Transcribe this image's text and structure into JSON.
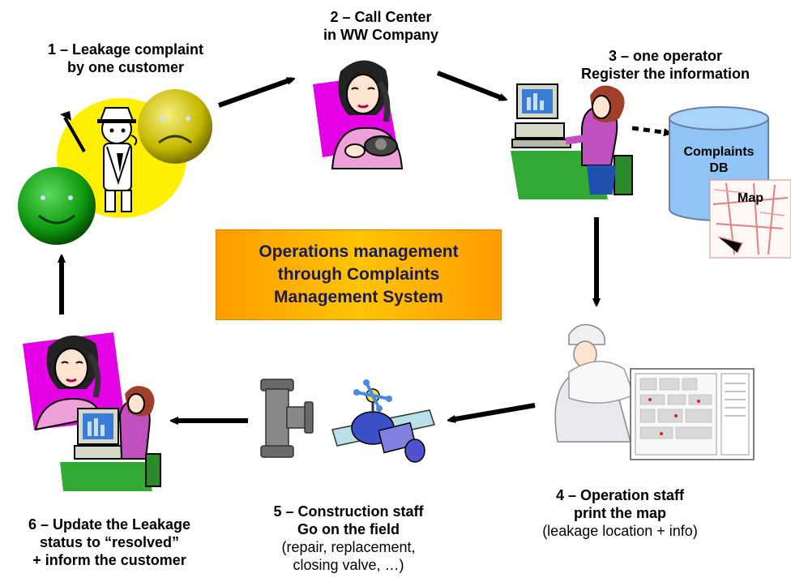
{
  "center_title": {
    "line1": "Operations management",
    "line2": "through Complaints",
    "line3": "Management System"
  },
  "steps": [
    {
      "id": 1,
      "line1": "1 – Leakage complaint",
      "line2": "by one customer"
    },
    {
      "id": 2,
      "line1": "2 – Call Center",
      "line2": "in WW Company"
    },
    {
      "id": 3,
      "line1": "3 – one operator",
      "line2": "Register the information"
    },
    {
      "id": 4,
      "line1": "4 – Operation staff",
      "line2": "print the map",
      "detail": "(leakage location + info)"
    },
    {
      "id": 5,
      "line1": "5 – Construction staff",
      "line2": "Go on the field",
      "detail1": "(repair, replacement,",
      "detail2": "closing valve, …)"
    },
    {
      "id": 6,
      "line1": "6 – Update the Leakage",
      "line2": "status to “resolved”",
      "line3": "+ inform the customer"
    }
  ],
  "database": {
    "line1": "Complaints",
    "line2": "DB"
  },
  "map_thumb": {
    "label": "Map"
  },
  "icons": [
    "sad-face-icon",
    "happy-face-icon",
    "detective-phone-icon",
    "call-center-agent-icon",
    "operator-computer-icon",
    "database-cylinder-icon",
    "map-thumbnail-icon",
    "engineer-with-map-icon",
    "pipe-fitting-icon",
    "valve-icon",
    "agent-with-computer-icon"
  ],
  "colors": {
    "center_box_gradient_start": "#ff9c00",
    "center_box_gradient_mid": "#ffc400",
    "center_text": "#1a1a55",
    "database_fill": "#8fc4f4",
    "arrow": "#000000"
  }
}
